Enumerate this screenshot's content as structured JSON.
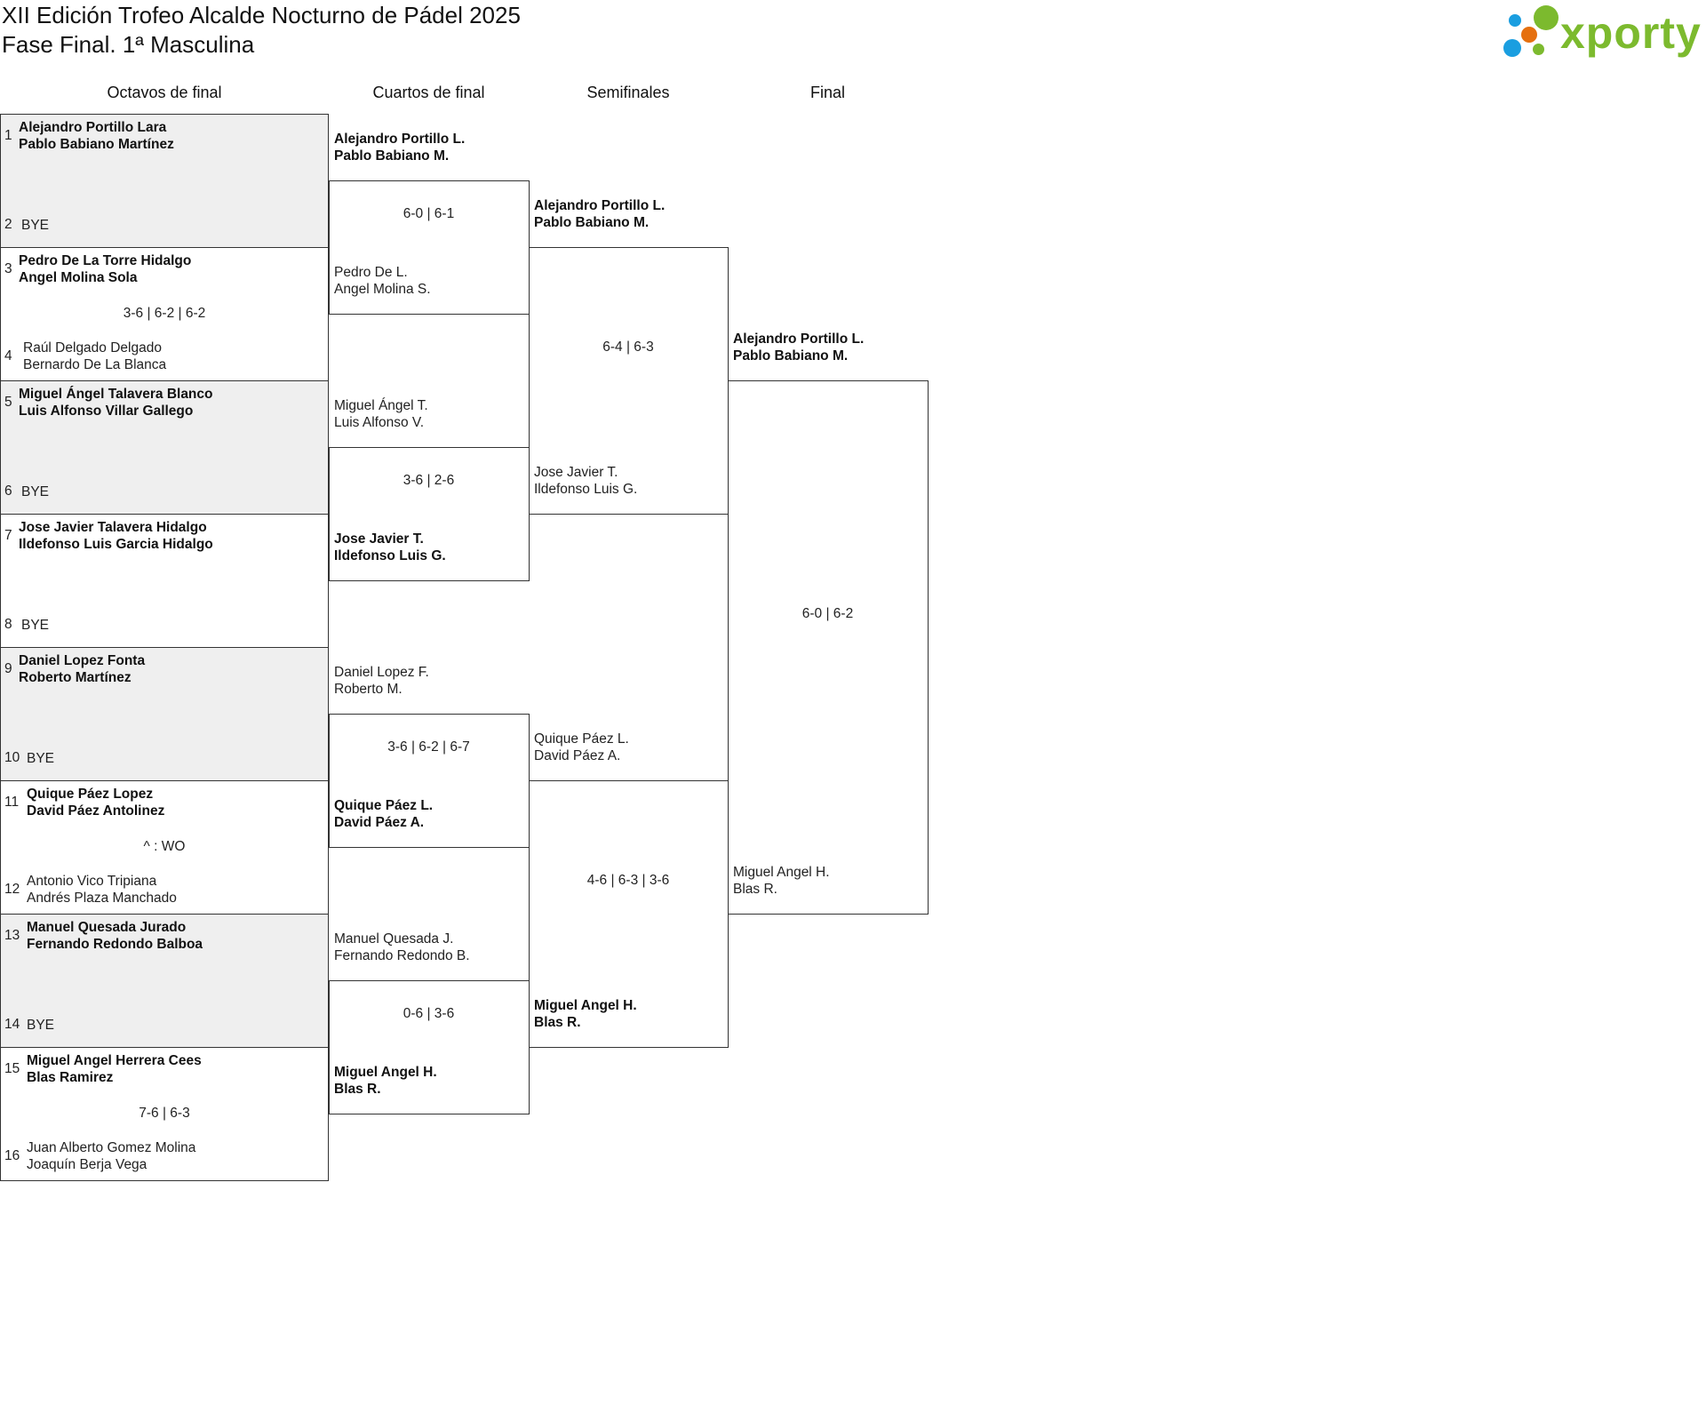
{
  "header": {
    "title_line1": "XII Edición Trofeo Alcalde Nocturno de Pádel 2025",
    "title_line2": "Fase Final. 1ª Masculina"
  },
  "logo": {
    "text": "xporty",
    "colors": {
      "green": "#7cba2e",
      "blue": "#1a9ee0",
      "orange": "#e5700f"
    }
  },
  "rounds": [
    {
      "label": "Octavos de final"
    },
    {
      "label": "Cuartos de final"
    },
    {
      "label": "Semifinales"
    },
    {
      "label": "Final"
    }
  ],
  "round_of_16": [
    {
      "seed1": "1",
      "team1": [
        "Alejandro Portillo Lara",
        "Pablo Babiano Martínez"
      ],
      "seed2": "2",
      "team2": [
        "BYE"
      ],
      "score": "",
      "bye": true
    },
    {
      "seed1": "3",
      "team1": [
        "Pedro De La Torre Hidalgo",
        "Angel Molina Sola"
      ],
      "seed2": "4",
      "team2": [
        "Raúl Delgado Delgado",
        "Bernardo De La Blanca"
      ],
      "score": "3-6 | 6-2 | 6-2",
      "bye": false
    },
    {
      "seed1": "5",
      "team1": [
        "Miguel Ángel Talavera Blanco",
        "Luis Alfonso Villar Gallego"
      ],
      "seed2": "6",
      "team2": [
        "BYE"
      ],
      "score": "",
      "bye": true
    },
    {
      "seed1": "7",
      "team1": [
        "Jose Javier Talavera Hidalgo",
        "Ildefonso Luis Garcia Hidalgo"
      ],
      "seed2": "8",
      "team2": [
        "BYE"
      ],
      "score": "",
      "bye": false
    },
    {
      "seed1": "9",
      "team1": [
        "Daniel Lopez Fonta",
        "Roberto Martínez"
      ],
      "seed2": "10",
      "team2": [
        "BYE"
      ],
      "score": "",
      "bye": true
    },
    {
      "seed1": "11",
      "team1": [
        "Quique Páez Lopez",
        "David Páez Antolinez"
      ],
      "seed2": "12",
      "team2": [
        "Antonio Vico Tripiana",
        "Andrés Plaza Manchado"
      ],
      "score": "^ : WO",
      "bye": false
    },
    {
      "seed1": "13",
      "team1": [
        "Manuel Quesada Jurado",
        "Fernando Redondo Balboa"
      ],
      "seed2": "14",
      "team2": [
        "BYE"
      ],
      "score": "",
      "bye": true
    },
    {
      "seed1": "15",
      "team1": [
        "Miguel Angel Herrera Cees",
        "Blas Ramirez"
      ],
      "seed2": "16",
      "team2": [
        "Juan Alberto Gomez Molina",
        "Joaquín Berja Vega"
      ],
      "score": "7-6 | 6-3",
      "bye": false
    }
  ],
  "quarterfinals": [
    {
      "team1": [
        "Alejandro Portillo L.",
        "Pablo Babiano M."
      ],
      "team2": [
        "Pedro De L.",
        "Angel Molina S."
      ],
      "score": "6-0 | 6-1",
      "winner": 1
    },
    {
      "team1": [
        "Miguel Ángel T.",
        "Luis Alfonso V."
      ],
      "team2": [
        "Jose Javier T.",
        "Ildefonso Luis G."
      ],
      "score": "3-6 | 2-6",
      "winner": 2
    },
    {
      "team1": [
        "Daniel Lopez F.",
        "Roberto M."
      ],
      "team2": [
        "Quique Páez L.",
        "David Páez A."
      ],
      "score": "3-6 | 6-2 | 6-7",
      "winner": 2
    },
    {
      "team1": [
        "Manuel Quesada J.",
        "Fernando Redondo B."
      ],
      "team2": [
        "Miguel Angel H.",
        "Blas R."
      ],
      "score": "0-6 | 3-6",
      "winner": 2
    }
  ],
  "semifinals": [
    {
      "team1": [
        "Alejandro Portillo L.",
        "Pablo Babiano M."
      ],
      "team2": [
        "Jose Javier T.",
        "Ildefonso Luis G."
      ],
      "score": "6-4 | 6-3",
      "winner": 1
    },
    {
      "team1": [
        "Quique Páez L.",
        "David Páez A."
      ],
      "team2": [
        "Miguel Angel H.",
        "Blas R."
      ],
      "score": "4-6 | 6-3 | 3-6",
      "winner": 2
    }
  ],
  "final": [
    {
      "team1": [
        "Alejandro Portillo L.",
        "Pablo Babiano M."
      ],
      "team2": [
        "Miguel Angel H.",
        "Blas R."
      ],
      "score": "6-0 | 6-2",
      "winner": 1
    }
  ]
}
